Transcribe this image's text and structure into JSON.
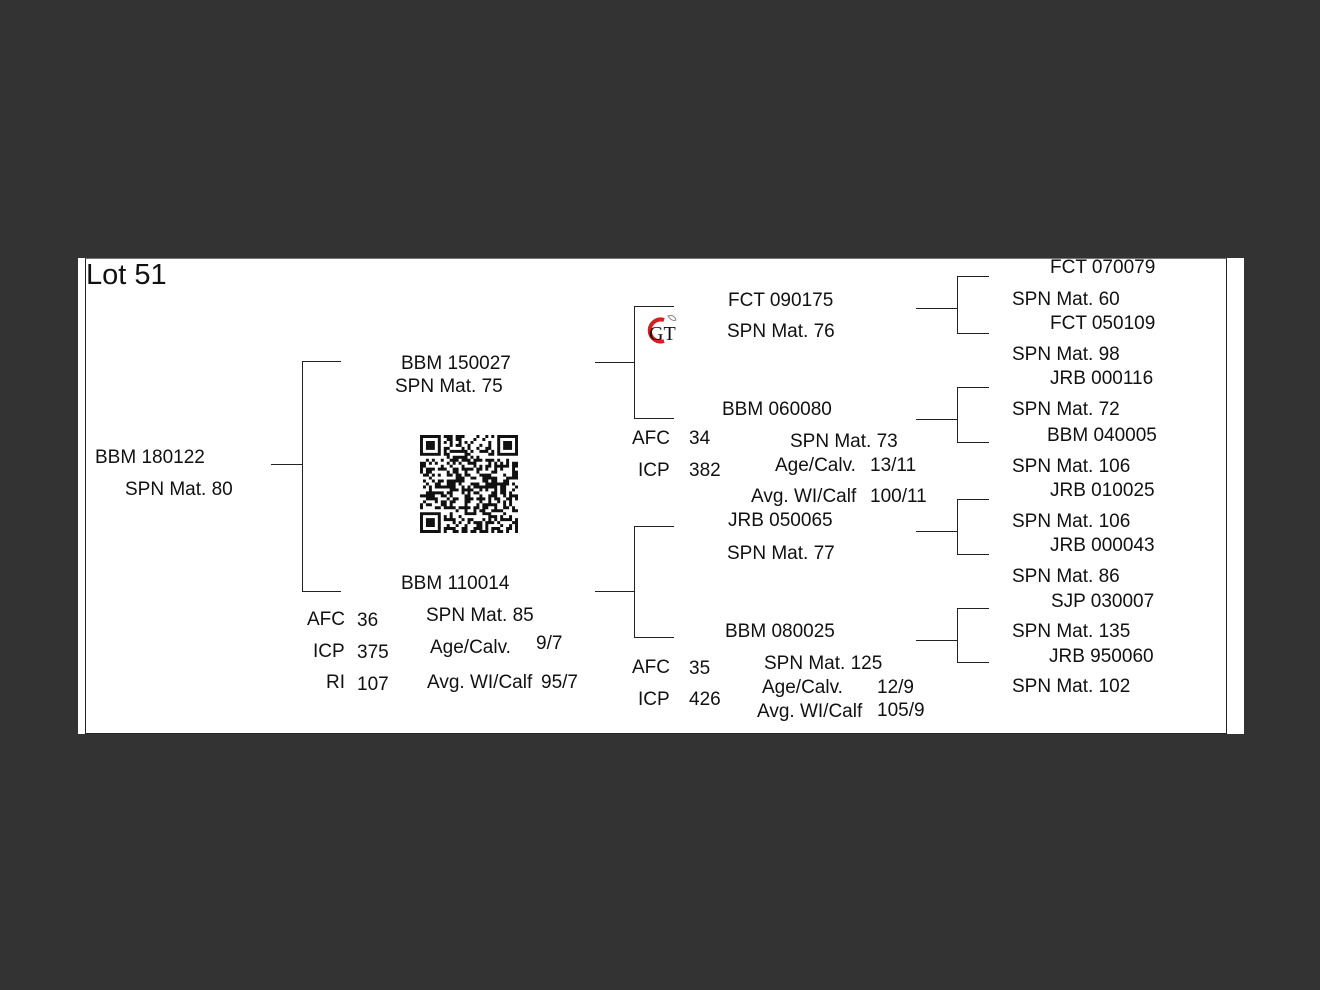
{
  "lot": {
    "title": "Lot 51"
  },
  "subject": {
    "id": "BBM 180122",
    "mat": "SPN Mat. 80"
  },
  "sire": {
    "id": "BBM 150027",
    "mat": "SPN Mat. 75",
    "stats": {}
  },
  "dam": {
    "id": "BBM 110014",
    "mat": "SPN Mat. 85",
    "afc_label": "AFC",
    "afc": "36",
    "icp_label": "ICP",
    "icp": "375",
    "ri_label": "RI",
    "ri": "107",
    "age_label": "Age/Calv.",
    "age": "9/7",
    "avg_label": "Avg. WI/Calf",
    "avg": "95/7"
  },
  "gen2": {
    "ss": {
      "id": "FCT 090175",
      "mat": "SPN Mat. 76"
    },
    "sd": {
      "id": "BBM 060080",
      "mat": "SPN Mat. 73",
      "afc_label": "AFC",
      "afc": "34",
      "icp_label": "ICP",
      "icp": "382",
      "age_label": "Age/Calv.",
      "age": "13/11",
      "avg_label": "Avg. WI/Calf",
      "avg": "100/11"
    },
    "ds": {
      "id": "JRB 050065",
      "mat": "SPN Mat. 77"
    },
    "dd": {
      "id": "BBM 080025",
      "mat": "SPN Mat. 125",
      "afc_label": "AFC",
      "afc": "35",
      "icp_label": "ICP",
      "icp": "426",
      "age_label": "Age/Calv.",
      "age": "12/9",
      "avg_label": "Avg. WI/Calf",
      "avg": "105/9"
    }
  },
  "gen3": [
    {
      "id": "FCT 070079",
      "mat": "SPN Mat. 60"
    },
    {
      "id": "FCT 050109",
      "mat": "SPN Mat. 98"
    },
    {
      "id": "JRB 000116",
      "mat": "SPN Mat. 72"
    },
    {
      "id": "BBM 040005",
      "mat": "SPN Mat. 106"
    },
    {
      "id": "JRB 010025",
      "mat": "SPN Mat. 106"
    },
    {
      "id": "JRB 000043",
      "mat": "SPN Mat. 86"
    },
    {
      "id": "SJP 030007",
      "mat": "SPN Mat. 135"
    },
    {
      "id": "JRB 950060",
      "mat": "SPN Mat. 102"
    }
  ],
  "logo": {
    "text": "GT",
    "icon": "gt-logo-icon",
    "accent": "#d42020"
  },
  "qr": {
    "icon": "qr-code-icon"
  }
}
